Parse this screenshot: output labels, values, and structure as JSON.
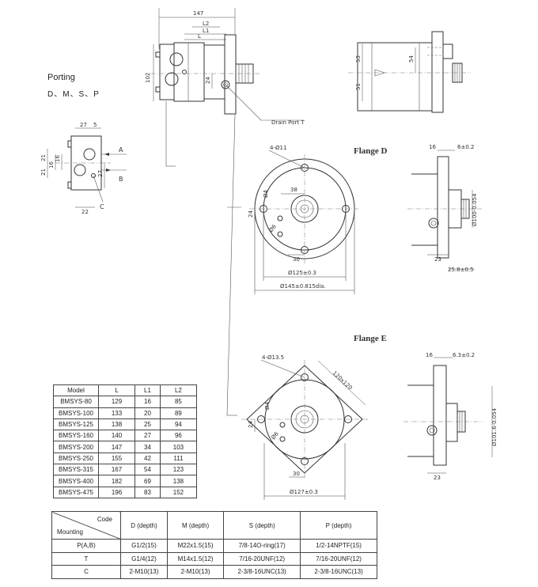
{
  "porting": {
    "title": "Porting",
    "variants": "D、M、S、P",
    "dims": [
      "27",
      "5",
      "21",
      "21",
      "16",
      "16",
      "27",
      "22"
    ],
    "port_a": "A",
    "port_b": "B",
    "port_c": "C"
  },
  "side_view": {
    "dim_overall": "147",
    "dim_l": "L",
    "dim_l1": "L1",
    "dim_l2": "L2",
    "dim_dia": "102",
    "dim_24": "24",
    "drain_label": "Drain Port T"
  },
  "end_view": {
    "dim_53": "53",
    "dim_51": "51",
    "dim_54": "54"
  },
  "flange_d": {
    "title": "Flange D",
    "holes": "4-Ø11",
    "dim_38": "38",
    "dim_d4": "Ø4",
    "dim_d6": "Ø6",
    "dim_24": "24",
    "dim_30": "30",
    "dia_125": "Ø125±0.3",
    "dia_145": "Ø145±0.815dia.",
    "side_16": "16",
    "side_6": "6±0.2",
    "side_dia": "Ø100-0.054",
    "side_23": "23",
    "side_25": "25.8±0.5"
  },
  "flange_e": {
    "title": "Flange E",
    "holes": "4-Ø13.5",
    "square": "120x120",
    "dim_d4": "Ø4",
    "dim_d6": "Ø6",
    "dim_24": "24",
    "dim_30": "30",
    "dia_127": "Ø127±0.3",
    "side_16": "16",
    "side_6": "6.3±0.2",
    "side_dia": "Ø101.6-0.054",
    "side_23": "23"
  },
  "model_table": {
    "headers": [
      "Model",
      "L",
      "L1",
      "L2"
    ],
    "rows": [
      [
        "BMSYS-80",
        "129",
        "16",
        "85"
      ],
      [
        "BMSYS-100",
        "133",
        "20",
        "89"
      ],
      [
        "BMSYS-125",
        "138",
        "25",
        "94"
      ],
      [
        "BMSYS-160",
        "140",
        "27",
        "96"
      ],
      [
        "BMSYS-200",
        "147",
        "34",
        "103"
      ],
      [
        "BMSYS-250",
        "155",
        "42",
        "111"
      ],
      [
        "BMSYS-315",
        "167",
        "54",
        "123"
      ],
      [
        "BMSYS-400",
        "182",
        "69",
        "138"
      ],
      [
        "BMSYS-475",
        "196",
        "83",
        "152"
      ]
    ]
  },
  "mount_table": {
    "corner_top": "Code",
    "corner_bottom": "Mounting",
    "headers": [
      "D (depth)",
      "M (depth)",
      "S (depth)",
      "P (depth)"
    ],
    "rows": [
      [
        "P(A,B)",
        "G1/2(15)",
        "M22x1.5(15)",
        "7/8-14O-ring(17)",
        "1/2-14NPTF(15)"
      ],
      [
        "T",
        "G1/4(12)",
        "M14x1.5(12)",
        "7/16-20UNF(12)",
        "7/16-20UNF(12)"
      ],
      [
        "C",
        "2-M10(13)",
        "2-M10(13)",
        "2-3/8-16UNC(13)",
        "2-3/8-16UNC(13)"
      ]
    ]
  }
}
